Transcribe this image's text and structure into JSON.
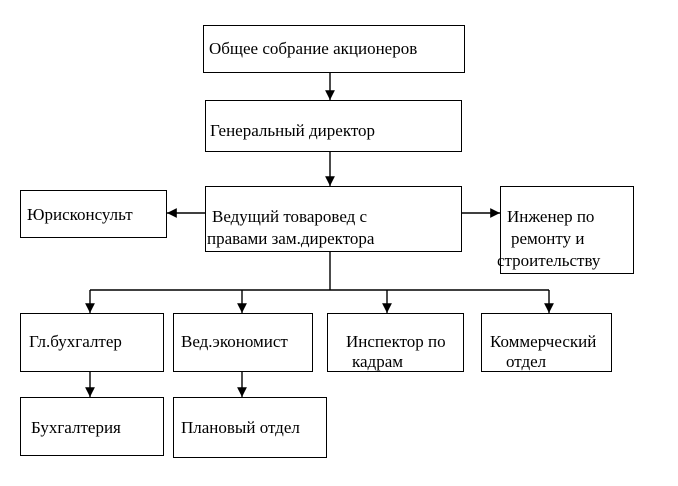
{
  "diagram": {
    "nodes": {
      "shareholders": "Общее собрание акционеров",
      "general_director": "Генеральный директор",
      "legal_counsel": "Юрисконсульт",
      "lead_merchandiser_line1": "Ведущий товаровед с",
      "lead_merchandiser_line2": "правами зам.директора",
      "engineer_line1": "Инженер по",
      "engineer_line2": "ремонту и",
      "engineer_line3": "строительству",
      "chief_accountant": "Гл.бухгалтер",
      "lead_economist": "Вед.экономист",
      "hr_inspector_line1": "Инспектор по",
      "hr_inspector_line2": "кадрам",
      "commercial_line1": "Коммерческий",
      "commercial_line2": "отдел",
      "accounting": "Бухгалтерия",
      "planning_department": "Плановый отдел"
    },
    "edges": [
      [
        "shareholders",
        "general_director"
      ],
      [
        "general_director",
        "lead_merchandiser"
      ],
      [
        "lead_merchandiser",
        "legal_counsel"
      ],
      [
        "lead_merchandiser",
        "engineer"
      ],
      [
        "lead_merchandiser",
        "chief_accountant"
      ],
      [
        "lead_merchandiser",
        "lead_economist"
      ],
      [
        "lead_merchandiser",
        "hr_inspector"
      ],
      [
        "lead_merchandiser",
        "commercial_department"
      ],
      [
        "chief_accountant",
        "accounting"
      ],
      [
        "lead_economist",
        "planning_department"
      ]
    ]
  }
}
